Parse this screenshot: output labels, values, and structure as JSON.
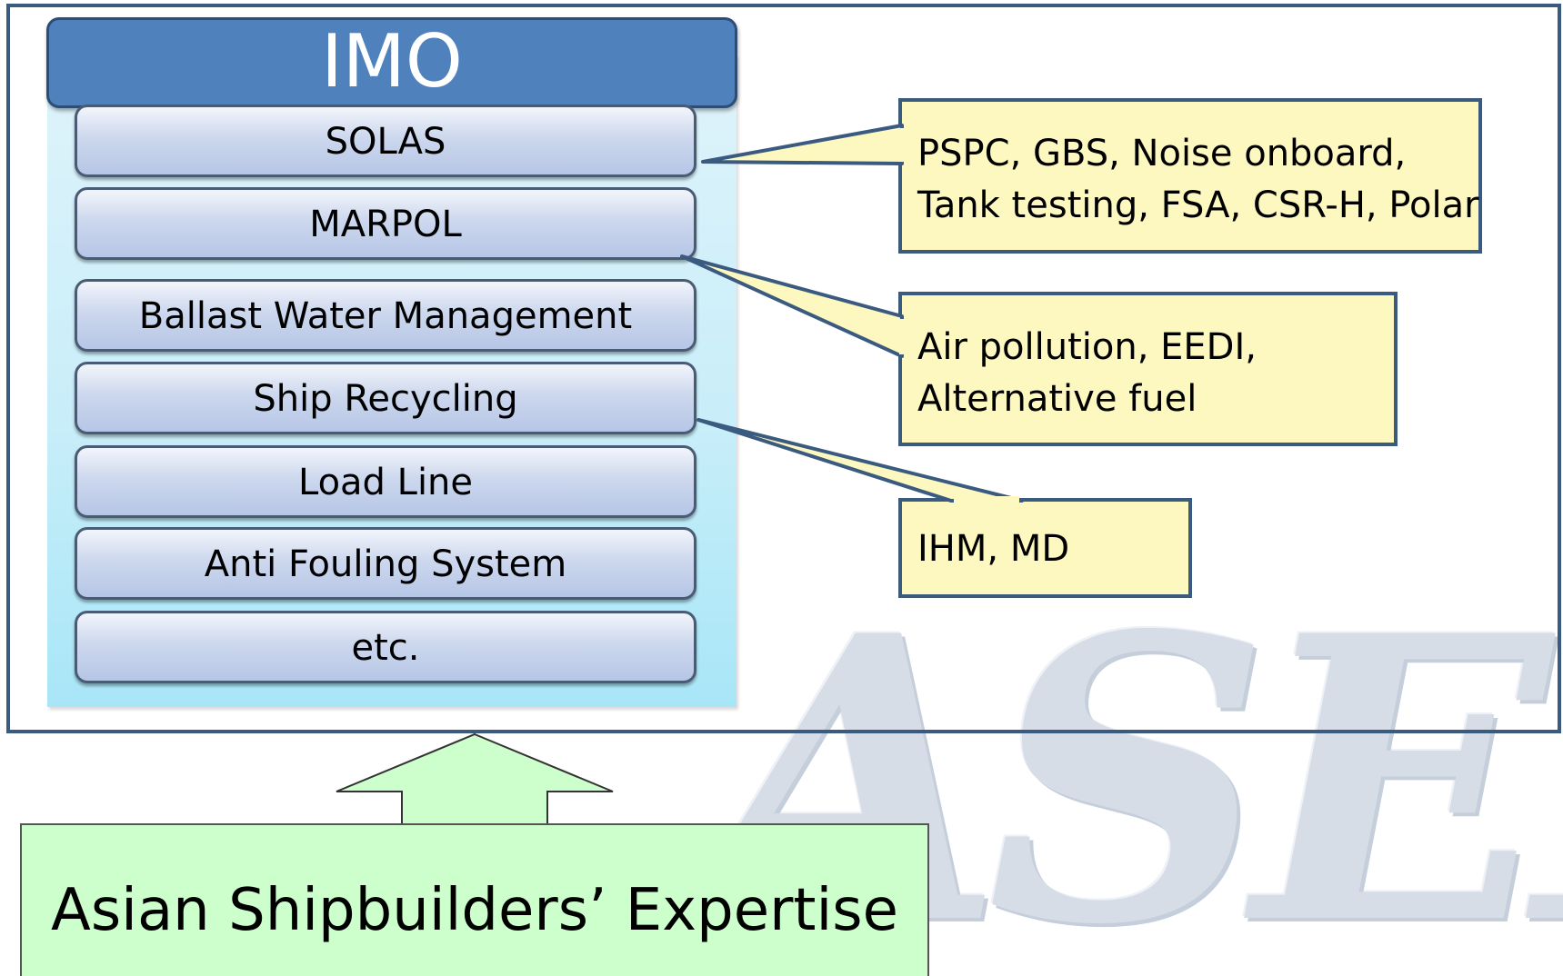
{
  "watermark": {
    "text": "ASEF"
  },
  "imo": {
    "title": "IMO",
    "items": [
      {
        "label": "SOLAS"
      },
      {
        "label": "MARPOL"
      },
      {
        "label": "Ballast Water Management"
      },
      {
        "label": "Ship Recycling"
      },
      {
        "label": "Load Line"
      },
      {
        "label": "Anti Fouling System"
      },
      {
        "label": "etc."
      }
    ]
  },
  "callouts": [
    {
      "lines": [
        "PSPC, GBS, Noise onboard,",
        "Tank testing, FSA, CSR-H, Polar"
      ]
    },
    {
      "lines": [
        "Air pollution, EEDI,",
        "Alternative fuel"
      ]
    },
    {
      "lines": [
        "IHM, MD"
      ]
    }
  ],
  "expertise": {
    "label": "Asian Shipbuilders’ Expertise"
  },
  "colors": {
    "header_fill": "#4f81bd",
    "callout_fill": "#fdf7c0",
    "expertise_fill": "#ccffcc",
    "outline": "#3a5a80"
  }
}
